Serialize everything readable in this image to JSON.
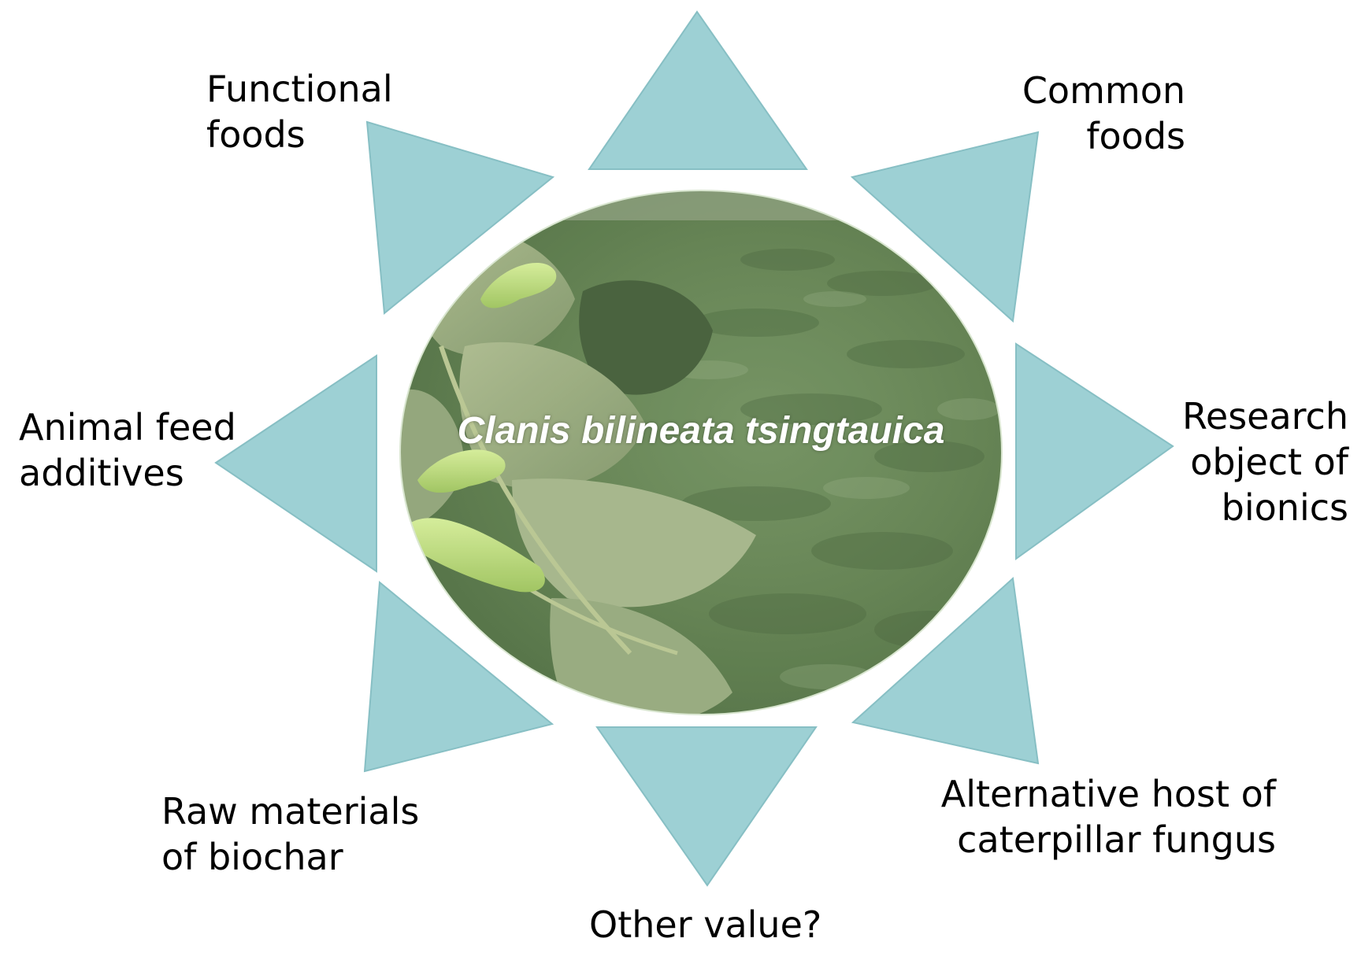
{
  "center": {
    "species_label": "Clanis bilineata tsingtauica"
  },
  "colors": {
    "arrow_fill": "#9dd0d4",
    "arrow_stroke": "#87bfc4",
    "background": "#ffffff"
  },
  "labels": {
    "functional_foods": [
      "Functional",
      "foods"
    ],
    "common_foods": [
      "Common",
      "foods"
    ],
    "animal_feed": [
      "Animal feed",
      "additives"
    ],
    "bionics": [
      "Research",
      "object of",
      "bionics"
    ],
    "biochar": [
      "Raw materials",
      "of biochar"
    ],
    "fungus_host": [
      "Alternative host of",
      "caterpillar fungus"
    ],
    "other_value": [
      "Other value?"
    ]
  }
}
